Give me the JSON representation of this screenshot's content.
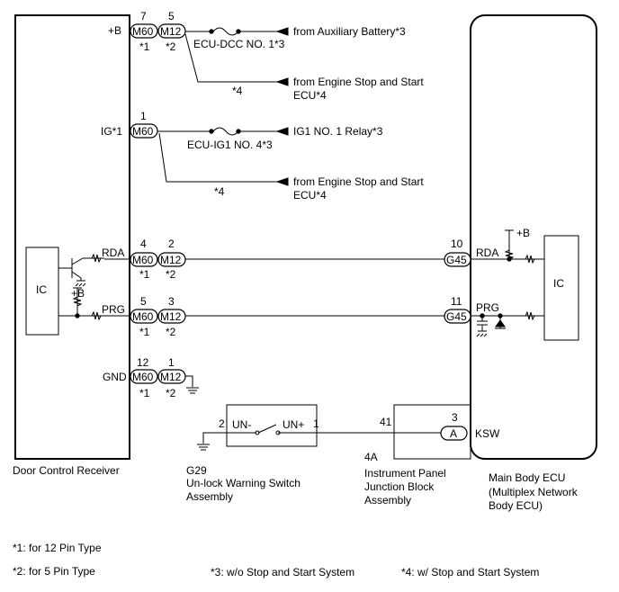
{
  "components": {
    "door_control_receiver": "Door Control Receiver",
    "main_body_ecu": [
      "Main Body ECU",
      "(Multiplex Network",
      "Body ECU)"
    ],
    "switch": [
      "G29",
      "Un-lock Warning Switch",
      "Assembly"
    ],
    "junction_block": [
      "4A",
      "Instrument Panel",
      "Junction Block",
      "Assembly"
    ],
    "ic_left": "IC",
    "ic_right": "IC"
  },
  "terminals": {
    "plus_b": "+B",
    "ig": "IG*1",
    "rda": "RDA",
    "prg": "PRG",
    "gnd": "GND",
    "rda_right": "RDA",
    "prg_right": "PRG",
    "ksw": "KSW",
    "un_minus": "UN-",
    "un_plus": "UN+",
    "pullup_left": "+B",
    "pullup_right": "+B"
  },
  "connectors": {
    "m60": "M60",
    "m12": "M12",
    "g45": "G45",
    "a": "A"
  },
  "pins": {
    "b_m60": "7",
    "b_m12": "5",
    "ig_m60": "1",
    "rda_m60": "4",
    "rda_m12": "2",
    "prg_m60": "5",
    "prg_m12": "3",
    "gnd_m60": "12",
    "gnd_m12": "1",
    "g45_rda": "10",
    "g45_prg": "11",
    "ksw": "3",
    "jb": "41",
    "sw_left": "2",
    "sw_right": "1"
  },
  "notes": {
    "n1": "*1",
    "n2": "*2",
    "n4": "*4"
  },
  "fuses": {
    "dcc": "ECU-DCC NO. 1*3",
    "ig1": "ECU-IG1 NO. 4*3"
  },
  "sources": {
    "aux": "from Auxiliary Battery*3",
    "ess1": [
      "from Engine Stop and Start",
      "ECU*4"
    ],
    "ig1_relay": "IG1 NO. 1 Relay*3",
    "ess2": [
      "from Engine Stop and Start",
      "ECU*4"
    ]
  },
  "footnotes": {
    "f1": "*1: for 12 Pin Type",
    "f2": "*2: for 5 Pin Type",
    "f3": "*3: w/o Stop and Start System",
    "f4": "*4: w/ Stop and Start System"
  }
}
